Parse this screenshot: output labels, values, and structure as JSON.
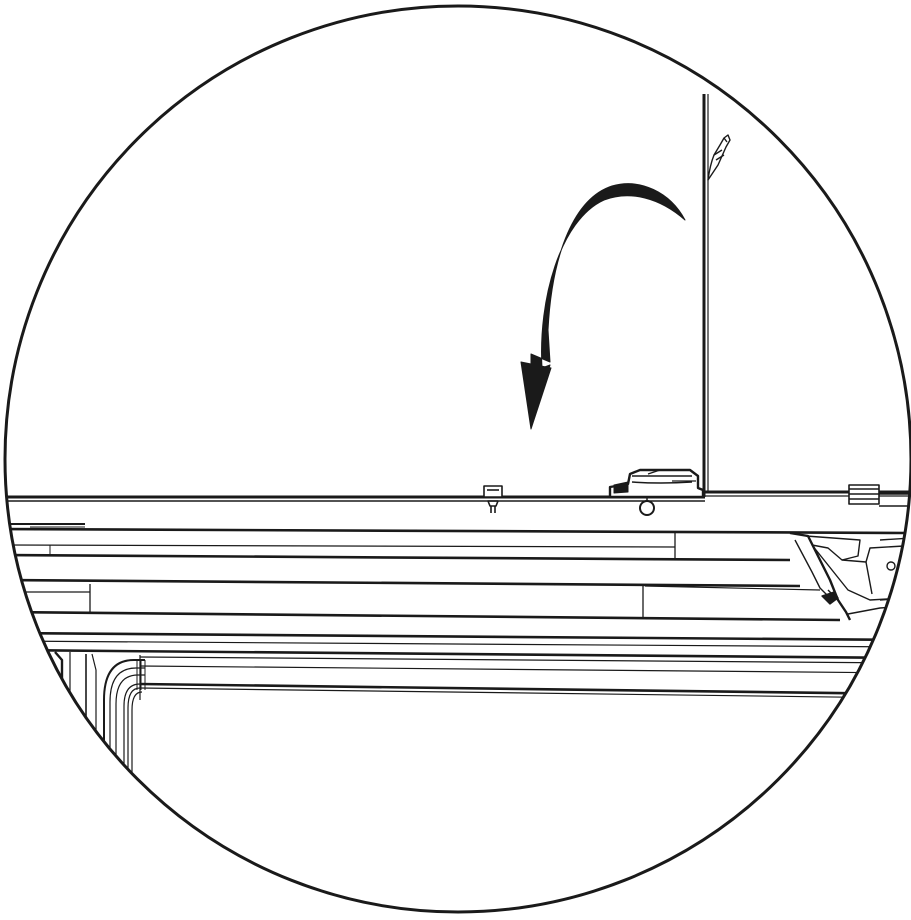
{
  "diagram": {
    "kind": "technical-line-drawing",
    "view": "circular-detail-view",
    "line_color": "#1a1a1a",
    "background_color": "#ffffff",
    "components": [
      "cover-panel-vertical",
      "cover-panel-horizontal",
      "latch-clip",
      "push-fastener",
      "hinge-pin-ring",
      "wall-anchor",
      "frame-rails",
      "inner-frame-corner",
      "right-end-bracket",
      "rotation-arrow"
    ],
    "instruction": {
      "action": "rotate-down",
      "direction": "counter-clockwise",
      "indicator": "curved-arrow-icon"
    }
  }
}
